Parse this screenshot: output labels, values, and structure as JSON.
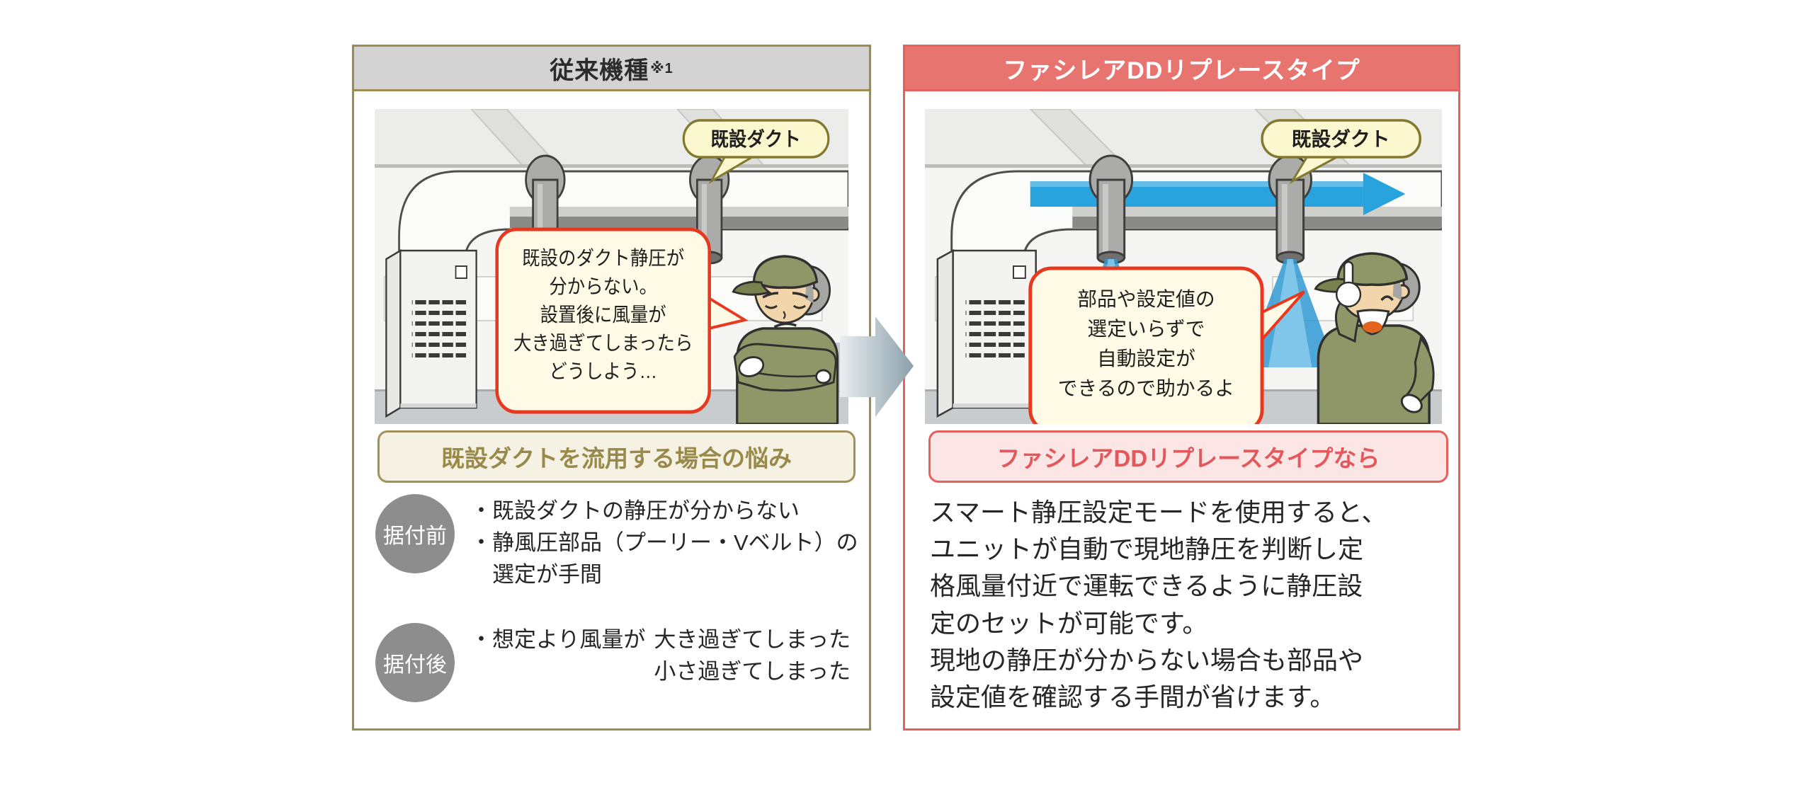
{
  "palette": {
    "left_border": "#9C8C50",
    "left_title_bg": "#D3D3D3",
    "right_border": "#E8605C",
    "right_title_bg": "#E87470",
    "bubble_bg": "#FEFAE5",
    "bubble_border": "#E6391F",
    "callout_bg": "#FBF7CF",
    "callout_border": "#83782F",
    "badge_gray": "#8D8D8D",
    "airflow_blue": "#29A3DE",
    "worker_green": "#8F9768",
    "caption_left_text": "#99894B",
    "caption_right_text": "#E4575A"
  },
  "left_panel": {
    "title": "従来機種",
    "title_note": "※1",
    "duct_callout": "既設ダクト",
    "bubble_lines": [
      "既設のダクト静圧が",
      "分からない。",
      "設置後に風量が",
      "大き過ぎてしまったら",
      "どうしよう…"
    ],
    "caption": "既設ダクトを流用する場合の悩み",
    "before": {
      "badge": "据付前",
      "bullet1": "・既設ダクトの静圧が分からない",
      "bullet2_line1": "・静風圧部品（プーリー・Vベルト）の",
      "bullet2_line2": "選定が手間"
    },
    "after": {
      "badge": "据付後",
      "lead": "・想定より風量が",
      "option1": "大き過ぎてしまった",
      "option2": "小さ過ぎてしまった"
    }
  },
  "right_panel": {
    "title": "ファシレアDDリプレースタイプ",
    "duct_callout": "既設ダクト",
    "bubble_lines": [
      "部品や設定値の",
      "選定いらずで",
      "自動設定が",
      "できるので助かるよ"
    ],
    "caption": "ファシレアDDリプレースタイプなら",
    "description_lines": [
      "スマート静圧設定モードを使用すると、",
      "ユニットが自動で現地静圧を判断し定",
      "格風量付近で運転できるように静圧設",
      "定のセットが可能です。",
      "現地の静圧が分からない場合も部品や",
      "設定値を確認する手間が省けます。"
    ]
  }
}
